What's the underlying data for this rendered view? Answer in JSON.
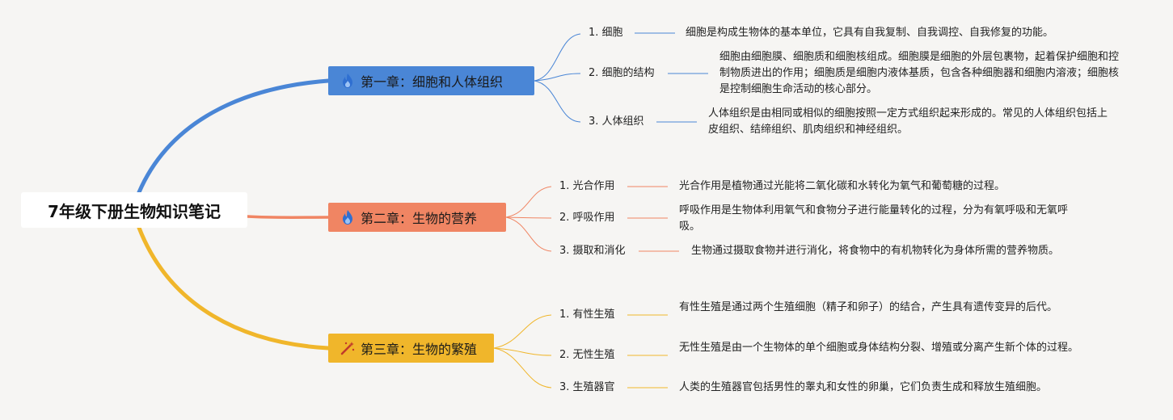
{
  "root": {
    "title": "7年级下册生物知识笔记"
  },
  "chapters": [
    {
      "title": "第一章：细胞和人体组织",
      "icon": "fire-icon",
      "color": "#4a86d6",
      "topics": [
        {
          "label": "1. 细胞",
          "text": "细胞是构成生物体的基本单位，它具有自我复制、自我调控、自我修复的功能。"
        },
        {
          "label": "2. 细胞的结构",
          "text": "细胞由细胞膜、细胞质和细胞核组成。细胞膜是细胞的外层包裹物，起着保护细胞和控制物质进出的作用；细胞质是细胞内液体基质，包含各种细胞器和细胞内溶液；细胞核是控制细胞生命活动的核心部分。"
        },
        {
          "label": "3. 人体组织",
          "text": "人体组织是由相同或相似的细胞按照一定方式组织起来形成的。常见的人体组织包括上皮组织、结缔组织、肌肉组织和神经组织。"
        }
      ]
    },
    {
      "title": "第二章：生物的营养",
      "icon": "fire-icon",
      "color": "#f08563",
      "topics": [
        {
          "label": "1. 光合作用",
          "text": "光合作用是植物通过光能将二氧化碳和水转化为氧气和葡萄糖的过程。"
        },
        {
          "label": "2. 呼吸作用",
          "text": "呼吸作用是生物体利用氧气和食物分子进行能量转化的过程，分为有氧呼吸和无氧呼吸。"
        },
        {
          "label": "3. 摄取和消化",
          "text": "生物通过摄取食物并进行消化，将食物中的有机物转化为身体所需的营养物质。"
        }
      ]
    },
    {
      "title": "第三章：生物的繁殖",
      "icon": "magic-wand-icon",
      "color": "#f0b62b",
      "topics": [
        {
          "label": "1. 有性生殖",
          "text": "有性生殖是通过两个生殖细胞（精子和卵子）的结合，产生具有遗传变异的后代。"
        },
        {
          "label": "2. 无性生殖",
          "text": "无性生殖是由一个生物体的单个细胞或身体结构分裂、增殖或分离产生新个体的过程。"
        },
        {
          "label": "3. 生殖器官",
          "text": "人类的生殖器官包括男性的睾丸和女性的卵巢，它们负责生成和释放生殖细胞。"
        }
      ]
    }
  ]
}
